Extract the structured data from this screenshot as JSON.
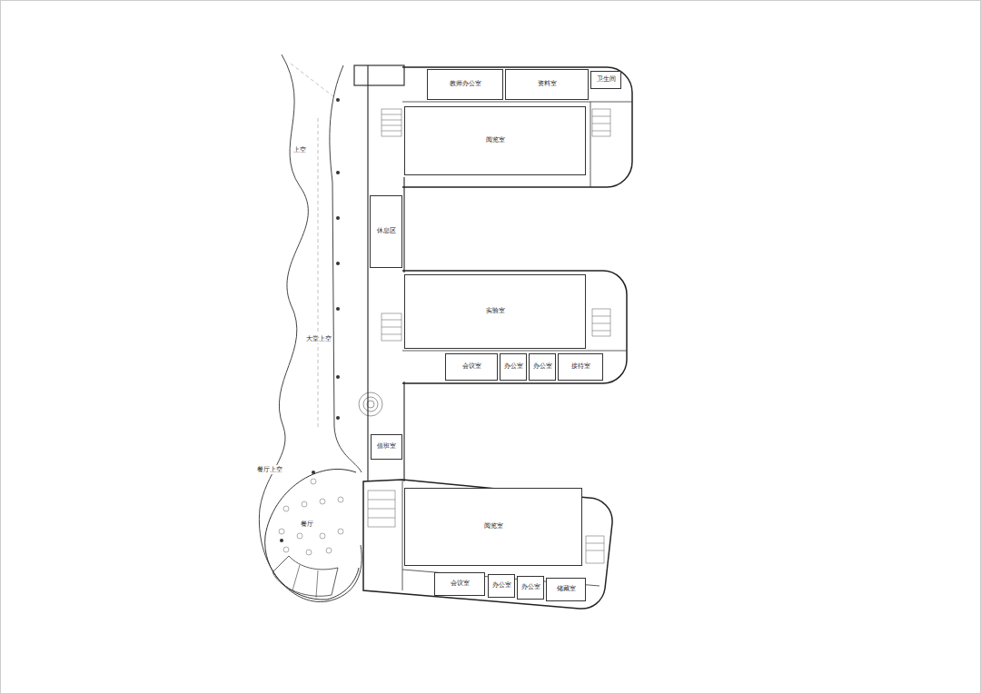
{
  "diagram": {
    "nodes": [
      {
        "text": [
          "阅览室"
        ]
      },
      {
        "text": [
          "教师办公室"
        ]
      },
      {
        "text": [
          "资料室"
        ]
      },
      {
        "text": [
          "卫生间"
        ]
      },
      {
        "text": [
          "实验室"
        ]
      },
      {
        "text": [
          "会议室"
        ]
      },
      {
        "text": [
          "办公室"
        ]
      },
      {
        "text": [
          "办公室"
        ]
      },
      {
        "text": [
          "接待室"
        ]
      },
      {
        "text": [
          "阅览室"
        ]
      },
      {
        "text": [
          "会议室"
        ]
      },
      {
        "text": [
          "办公室"
        ]
      },
      {
        "text": [
          "办公室"
        ]
      },
      {
        "text": [
          "储藏室"
        ]
      },
      {
        "text": [
          "休息区"
        ]
      },
      {
        "text": [
          "值班室"
        ]
      }
    ],
    "edges": [],
    "labels": [
      "上空",
      "大堂上空",
      "餐厅上空",
      "餐厅"
    ]
  }
}
